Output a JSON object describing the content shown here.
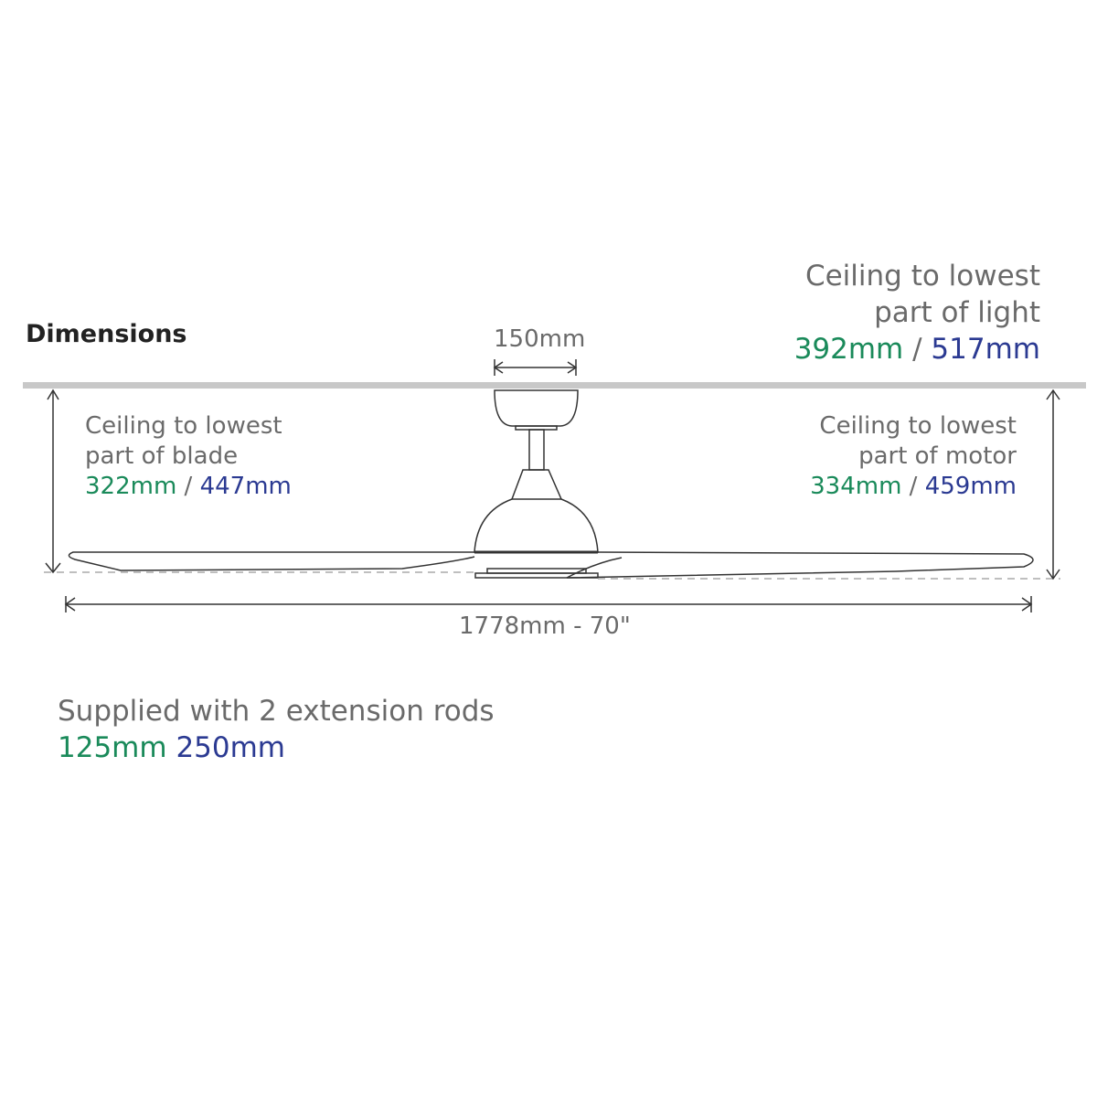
{
  "title": "Dimensions",
  "hub_width": "150mm",
  "light": {
    "label_line1": "Ceiling to lowest",
    "label_line2": "part of light",
    "value_a": "392mm",
    "sep": " / ",
    "value_b": "517mm"
  },
  "blade": {
    "label_line1": "Ceiling to lowest",
    "label_line2": "part of blade",
    "value_a": "322mm",
    "sep": " / ",
    "value_b": "447mm"
  },
  "motor": {
    "label_line1": "Ceiling to lowest",
    "label_line2": "part of motor",
    "value_a": "334mm",
    "sep": " / ",
    "value_b": "459mm"
  },
  "span": "1778mm - 70\"",
  "rods": {
    "label": "Supplied with 2 extension rods",
    "value_a": "125mm",
    "value_b": "250mm"
  },
  "colors": {
    "green": "#1a8a5a",
    "blue": "#2b3a92",
    "text": "#6a6a6a"
  }
}
